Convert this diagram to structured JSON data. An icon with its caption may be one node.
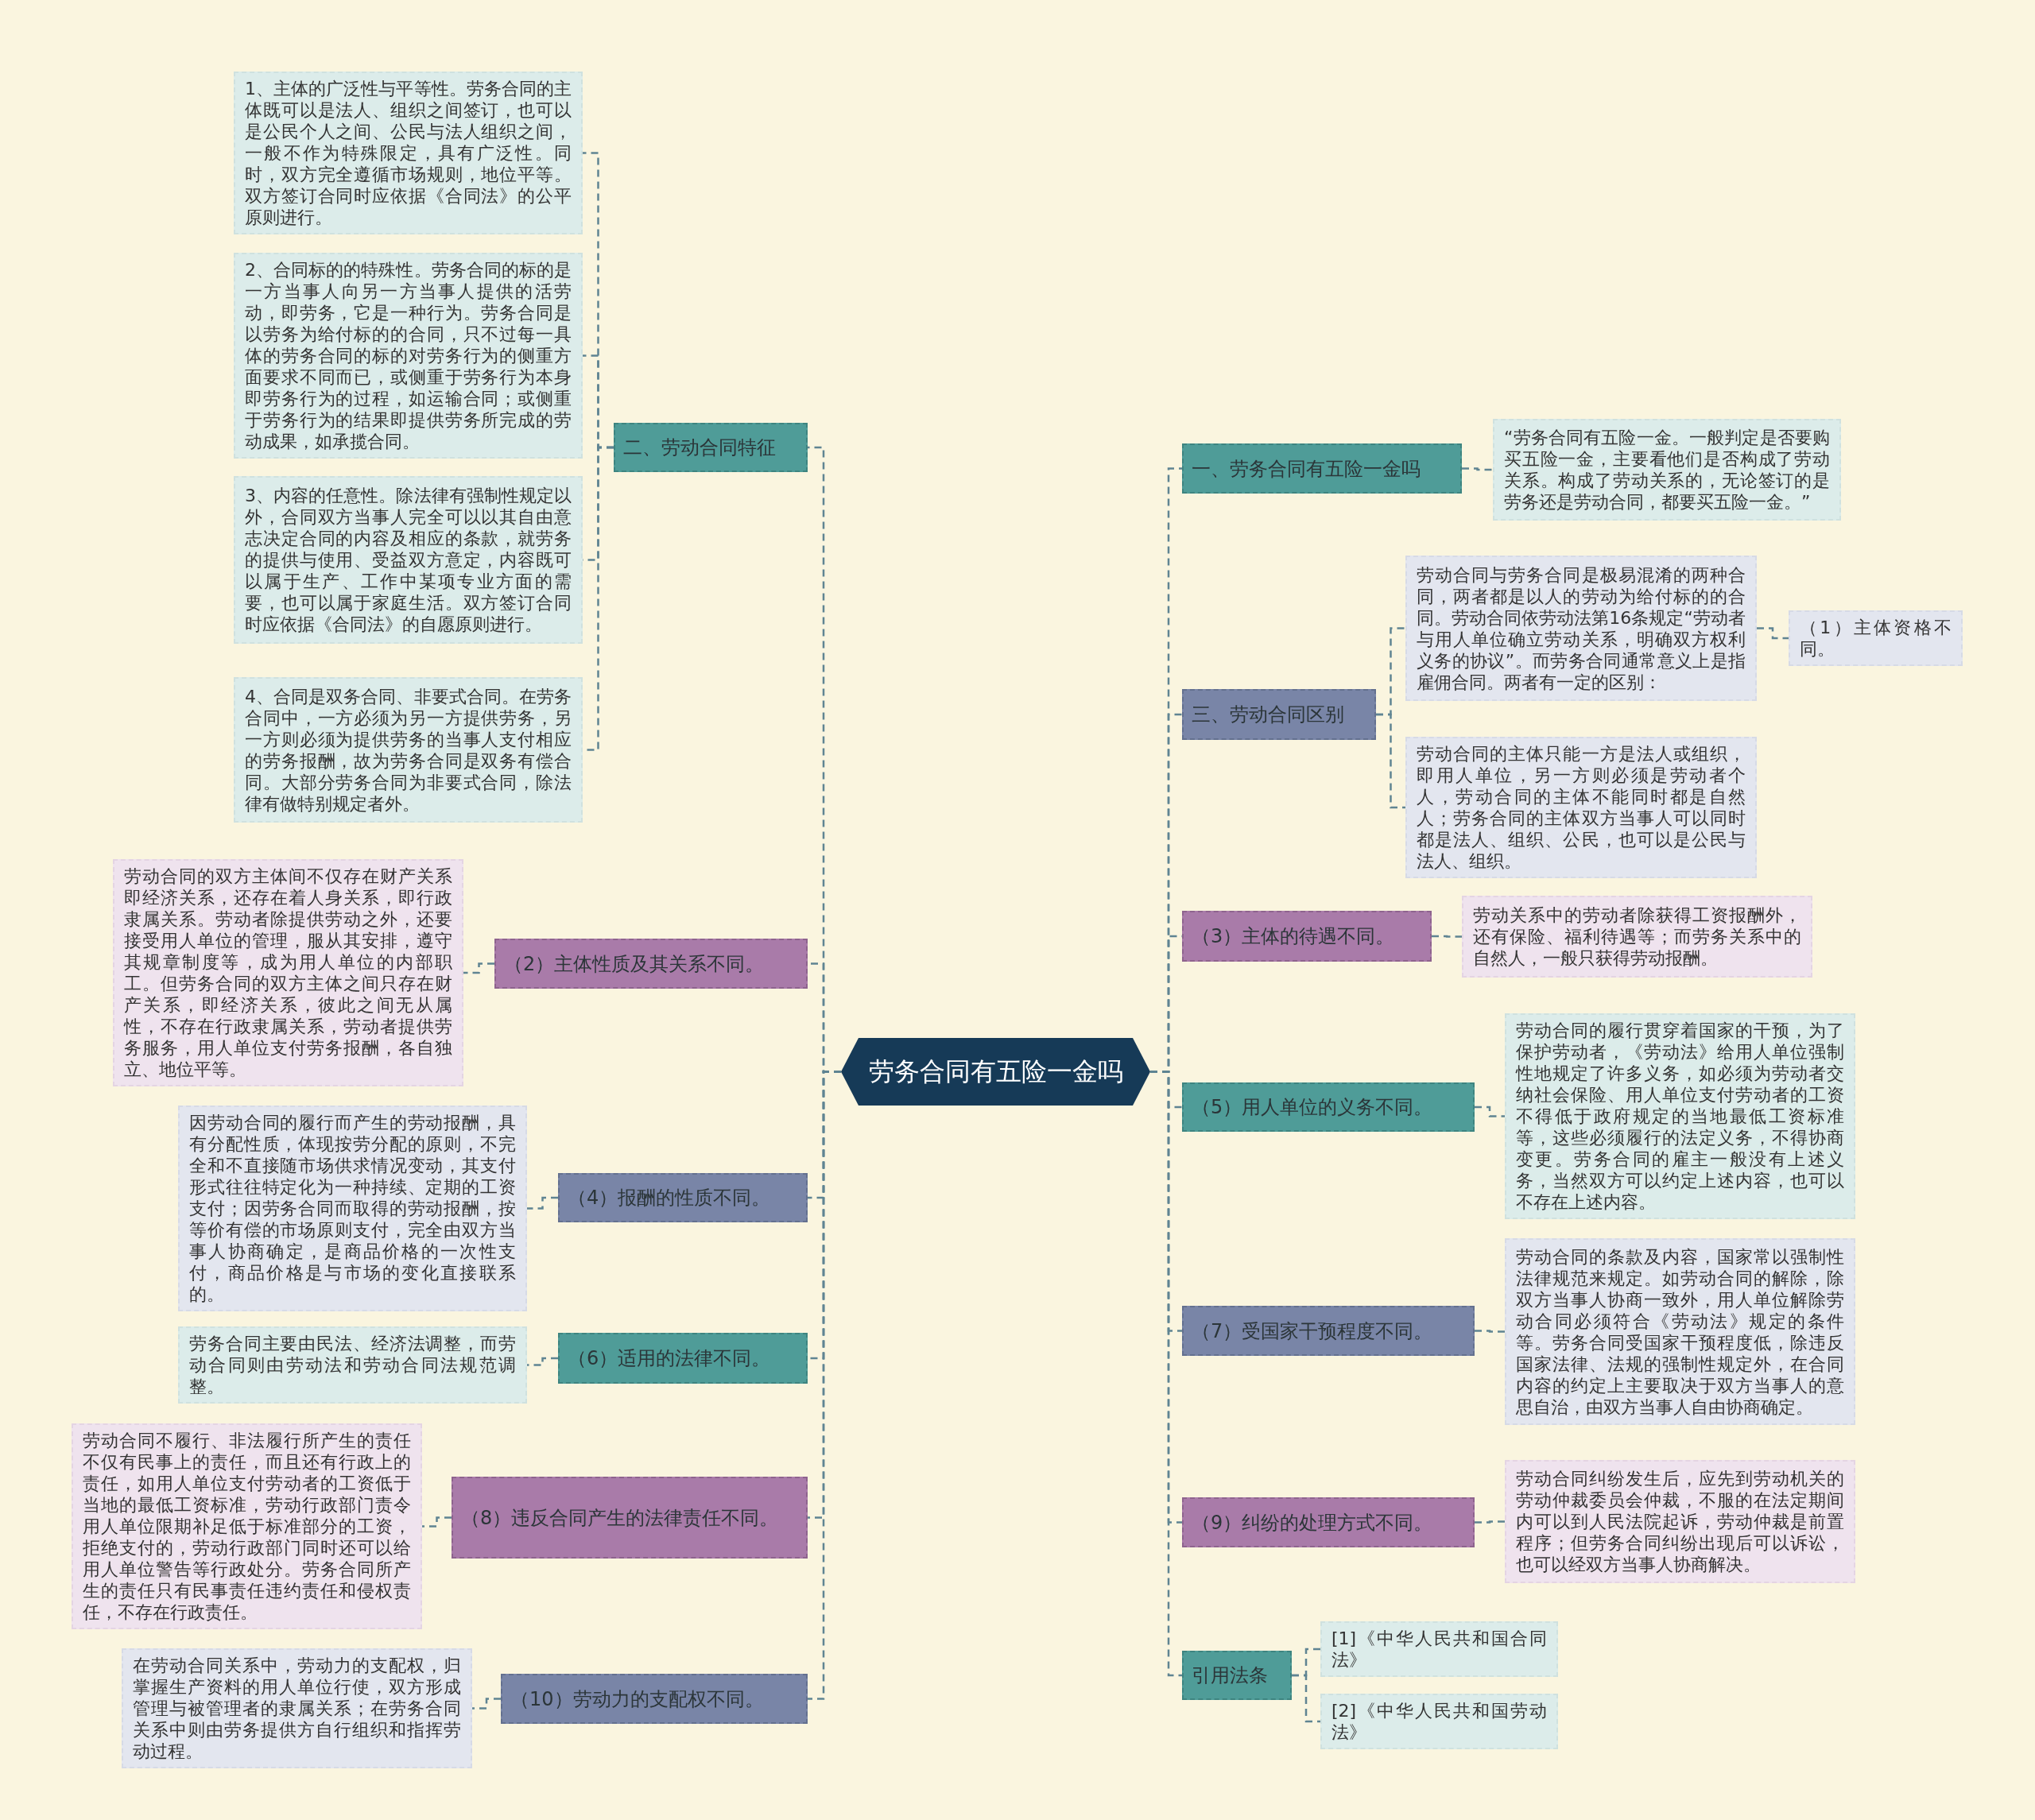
{
  "diagram": {
    "nodes": [
      {
        "text": [
          "劳务合同有五险一金吗"
        ]
      },
      {
        "text": [
          "二、劳动合同特征"
        ]
      },
      {
        "text": [
          "1、主体的广泛性与平等性。劳务合同的主体既可以是法人、组织之间签订，也可以是公民个人之间、公民与法人组织之间，一般不作为特殊限定，具有广泛性。同时，双方完全遵循市场规则，地位平等。双方签订合同时应依据《合同法》的公平原则进行。"
        ]
      },
      {
        "text": [
          "2、合同标的的特殊性。劳务合同的标的是一方当事人向另一方当事人提供的活劳动，即劳务，它是一种行为。劳务合同是以劳务为给付标的的合同，只不过每一具体的劳务合同的标的对劳务行为的侧重方面要求不同而已，或侧重于劳务行为本身即劳务行为的过程，如运输合同；或侧重于劳务行为的结果即提供劳务所完成的劳动成果，如承揽合同。"
        ]
      },
      {
        "text": [
          "3、内容的任意性。除法律有强制性规定以外，合同双方当事人完全可以以其自由意志决定合同的内容及相应的条款，就劳务的提供与使用、受益双方意定，内容既可以属于生产、工作中某项专业方面的需要，也可以属于家庭生活。双方签订合同时应依据《合同法》的自愿原则进行。"
        ]
      },
      {
        "text": [
          "4、合同是双务合同、非要式合同。在劳务合同中，一方必须为另一方提供劳务，另一方则必须为提供劳务的当事人支付相应的劳务报酬，故为劳务合同是双务有偿合同。大部分劳务合同为非要式合同，除法律有做特别规定者外。"
        ]
      },
      {
        "text": [
          "（2）主体性质及其关系不同。"
        ]
      },
      {
        "text": [
          "劳动合同的双方主体间不仅存在财产关系即经济关系，还存在着人身关系，即行政隶属关系。劳动者除提供劳动之外，还要接受用人单位的管理，服从其安排，遵守其规章制度等，成为用人单位的内部职工。但劳务合同的双方主体之间只存在财产关系，即经济关系，彼此之间无从属性，不存在行政隶属关系，劳动者提供劳务服务，用人单位支付劳务报酬，各自独立、地位平等。"
        ]
      },
      {
        "text": [
          "（4）报酬的性质不同。"
        ]
      },
      {
        "text": [
          "因劳动合同的履行而产生的劳动报酬，具有分配性质，体现按劳分配的原则，不完全和不直接随市场供求情况变动，其支付形式往往特定化为一种持续、定期的工资支付；因劳务合同而取得的劳动报酬，按等价有偿的市场原则支付，完全由双方当事人协商确定，是商品价格的一次性支付，商品价格是与市场的变化直接联系的。"
        ]
      },
      {
        "text": [
          "（6）适用的法律不同。"
        ]
      },
      {
        "text": [
          "劳务合同主要由民法、经济法调整，而劳动合同则由劳动法和劳动合同法规范调整。"
        ]
      },
      {
        "text": [
          "（8）违反合同产生的法律责任不同。"
        ]
      },
      {
        "text": [
          "劳动合同不履行、非法履行所产生的责任不仅有民事上的责任，而且还有行政上的责任，如用人单位支付劳动者的工资低于当地的最低工资标准，劳动行政部门责令用人单位限期补足低于标准部分的工资，拒绝支付的，劳动行政部门同时还可以给用人单位警告等行政处分。劳务合同所产生的责任只有民事责任违约责任和侵权责任，不存在行政责任。"
        ]
      },
      {
        "text": [
          "（10）劳动力的支配权不同。"
        ]
      },
      {
        "text": [
          "在劳动合同关系中，劳动力的支配权，归掌握生产资料的用人单位行使，双方形成管理与被管理者的隶属关系；在劳务合同关系中则由劳务提供方自行组织和指挥劳动过程。"
        ]
      },
      {
        "text": [
          "一、劳务合同有五险一金吗"
        ]
      },
      {
        "text": [
          "“劳务合同有五险一金。一般判定是否要购买五险一金，主要看他们是否构成了劳动关系。构成了劳动关系的，无论签订的是劳务还是劳动合同，都要买五险一金。”"
        ]
      },
      {
        "text": [
          "三、劳动合同区别"
        ]
      },
      {
        "text": [
          "劳动合同与劳务合同是极易混淆的两种合同，两者都是以人的劳动为给付标的的合同。劳动合同依劳动法第16条规定“劳动者与用人单位确立劳动关系，明确双方权利义务的协议”。而劳务合同通常意义上是指雇佣合同。两者有一定的区别："
        ]
      },
      {
        "text": [
          "（1）主体资格不同。"
        ]
      },
      {
        "text": [
          "劳动合同的主体只能一方是法人或组织，即用人单位，另一方则必须是劳动者个人，劳动合同的主体不能同时都是自然人；劳务合同的主体双方当事人可以同时都是法人、组织、公民，也可以是公民与法人、组织。"
        ]
      },
      {
        "text": [
          "（3）主体的待遇不同。"
        ]
      },
      {
        "text": [
          "劳动关系中的劳动者除获得工资报酬外，还有保险、福利待遇等；而劳务关系中的自然人，一般只获得劳动报酬。"
        ]
      },
      {
        "text": [
          "（5）用人单位的义务不同。"
        ]
      },
      {
        "text": [
          "劳动合同的履行贯穿着国家的干预，为了保护劳动者，《劳动法》给用人单位强制性地规定了许多义务，如必须为劳动者交纳社会保险、用人单位支付劳动者的工资不得低于政府规定的当地最低工资标准等，这些必须履行的法定义务，不得协商变更。劳务合同的雇主一般没有上述义务，当然双方可以约定上述内容，也可以不存在上述内容。"
        ]
      },
      {
        "text": [
          "（7）受国家干预程度不同。"
        ]
      },
      {
        "text": [
          "劳动合同的条款及内容，国家常以强制性法律规范来规定。如劳动合同的解除，除双方当事人协商一致外，用人单位解除劳动合同必须符合《劳动法》规定的条件等。劳务合同受国家干预程度低，除违反国家法律、法规的强制性规定外，在合同内容的约定上主要取决于双方当事人的意思自治，由双方当事人自由协商确定。"
        ]
      },
      {
        "text": [
          "（9）纠纷的处理方式不同。"
        ]
      },
      {
        "text": [
          "劳动合同纠纷发生后，应先到劳动机关的劳动仲裁委员会仲裁，不服的在法定期间内可以到人民法院起诉，劳动仲裁是前置程序；但劳务合同纠纷出现后可以诉讼，也可以经双方当事人协商解决。"
        ]
      },
      {
        "text": [
          "引用法条"
        ]
      },
      {
        "text": [
          "[1]《中华人民共和国合同法》"
        ]
      },
      {
        "text": [
          "[2]《中华人民共和国劳动法》"
        ]
      }
    ],
    "edges": [
      {
        "from": 0,
        "to": 1,
        "arrow": "none"
      },
      {
        "from": 1,
        "to": 2,
        "arrow": "none"
      },
      {
        "from": 1,
        "to": 3,
        "arrow": "none"
      },
      {
        "from": 1,
        "to": 4,
        "arrow": "none"
      },
      {
        "from": 1,
        "to": 5,
        "arrow": "none"
      },
      {
        "from": 0,
        "to": 6,
        "arrow": "none"
      },
      {
        "from": 6,
        "to": 7,
        "arrow": "none"
      },
      {
        "from": 0,
        "to": 8,
        "arrow": "none"
      },
      {
        "from": 8,
        "to": 9,
        "arrow": "none"
      },
      {
        "from": 0,
        "to": 10,
        "arrow": "none"
      },
      {
        "from": 10,
        "to": 11,
        "arrow": "none"
      },
      {
        "from": 0,
        "to": 12,
        "arrow": "none"
      },
      {
        "from": 12,
        "to": 13,
        "arrow": "none"
      },
      {
        "from": 0,
        "to": 14,
        "arrow": "none"
      },
      {
        "from": 14,
        "to": 15,
        "arrow": "none"
      },
      {
        "from": 0,
        "to": 16,
        "arrow": "none"
      },
      {
        "from": 16,
        "to": 17,
        "arrow": "none"
      },
      {
        "from": 0,
        "to": 18,
        "arrow": "none"
      },
      {
        "from": 18,
        "to": 19,
        "arrow": "none"
      },
      {
        "from": 19,
        "to": 20,
        "arrow": "none"
      },
      {
        "from": 18,
        "to": 21,
        "arrow": "none"
      },
      {
        "from": 0,
        "to": 22,
        "arrow": "none"
      },
      {
        "from": 22,
        "to": 23,
        "arrow": "none"
      },
      {
        "from": 0,
        "to": 24,
        "arrow": "none"
      },
      {
        "from": 24,
        "to": 25,
        "arrow": "none"
      },
      {
        "from": 0,
        "to": 26,
        "arrow": "none"
      },
      {
        "from": 26,
        "to": 27,
        "arrow": "none"
      },
      {
        "from": 0,
        "to": 28,
        "arrow": "none"
      },
      {
        "from": 28,
        "to": 29,
        "arrow": "none"
      },
      {
        "from": 0,
        "to": 30,
        "arrow": "none"
      },
      {
        "from": 30,
        "to": 31,
        "arrow": "none"
      },
      {
        "from": 30,
        "to": 32,
        "arrow": "none"
      }
    ]
  }
}
